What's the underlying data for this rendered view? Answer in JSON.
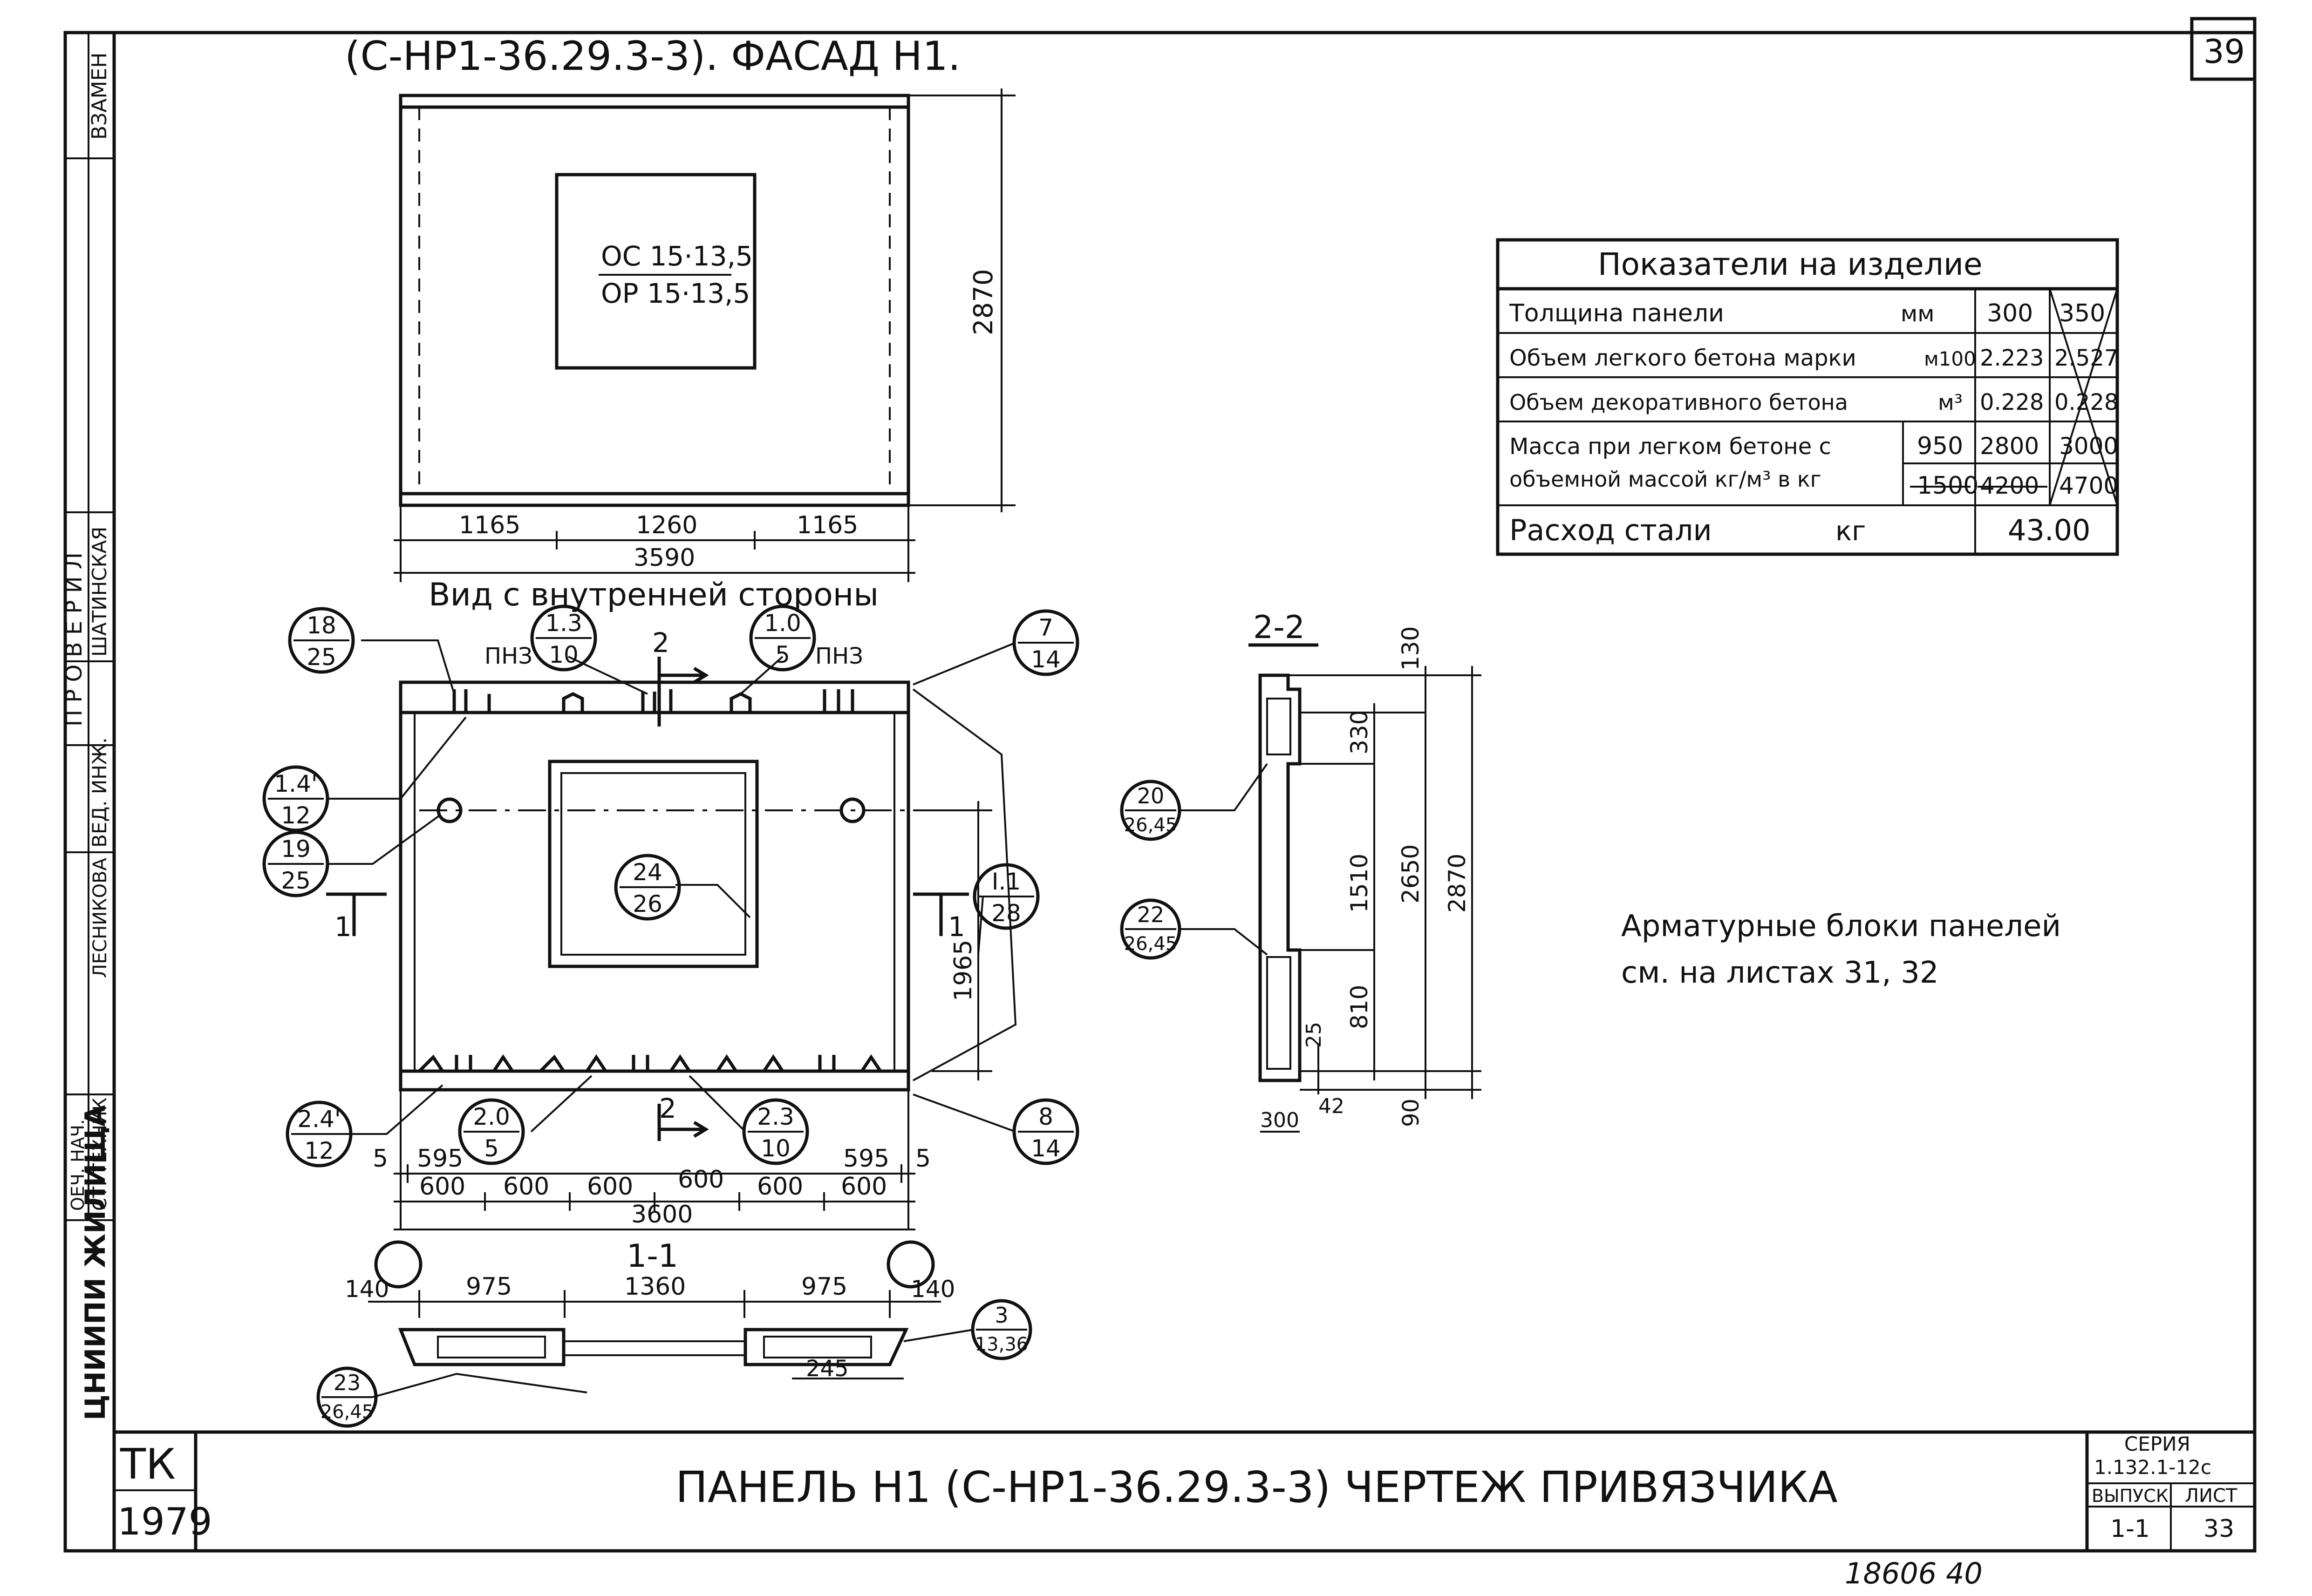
{
  "sheet": {
    "corner_number": "39",
    "stamp_left": "ТК",
    "stamp_year": "1979",
    "title": "ПАНЕЛЬ Н1 (С-НР1-36.29.3-3)   ЧЕРТЕЖ ПРИВЯЗЧИКА",
    "series_label": "СЕРИЯ",
    "series_value": "1.132.1-12с",
    "issue_label": "ВЫПУСК",
    "issue_value": "1-1",
    "sheet_label": "ЛИСТ",
    "sheet_value": "33",
    "footer_handwritten": "18606   40"
  },
  "side_stamp": {
    "vzamen": "ВЗАМЕН",
    "proveril": "П Р О В Е Р И Л",
    "shatinskaya": "ШАТИНСКАЯ",
    "ved_inzh": "ВЕД. ИНЖ.",
    "lesnikova": "ЛЕСНИКОВА",
    "st_tekhnik": "СТ. ТЕХНИК",
    "nach_otd": "ОЕЧ. НАЧ.",
    "org": "ЦНИИПИ ЖИЛИЩА"
  },
  "facade": {
    "title": "(С-НР1-36.29.3-3). ФАСАД Н1.",
    "window_line1": "ОС 15·13,5",
    "window_line2": "ОР 15·13,5",
    "dim_height": "2870",
    "dim_left": "1165",
    "dim_mid": "1260",
    "dim_right": "1165",
    "dim_total": "3590"
  },
  "inner_view": {
    "title": "Вид с внутренней стороны",
    "label_pnz_left": "ПНЗ",
    "label_pnz_right": "ПНЗ",
    "section_2_top": "2",
    "section_2_bottom": "2",
    "section_1_left": "1",
    "section_1_right": "1",
    "callouts": [
      {
        "top": "18",
        "bottom": "25"
      },
      {
        "top": "1.3",
        "bottom": "10"
      },
      {
        "top": "1.0",
        "bottom": "5"
      },
      {
        "top": "7",
        "bottom": "14"
      },
      {
        "top": "1.4'",
        "bottom": "12"
      },
      {
        "top": "19",
        "bottom": "25"
      },
      {
        "top": "24",
        "bottom": "26"
      },
      {
        "top": "I.1",
        "bottom": "28"
      },
      {
        "top": "2.4'",
        "bottom": "12"
      },
      {
        "top": "2.0",
        "bottom": "5"
      },
      {
        "top": "2.3",
        "bottom": "10"
      },
      {
        "top": "8",
        "bottom": "14"
      }
    ],
    "dim_1965": "1965",
    "dims_bottom_top": [
      "5",
      "595",
      "595",
      "5"
    ],
    "dims_bottom_row": [
      "600",
      "600",
      "600",
      "600",
      "600",
      "600"
    ],
    "dim_total": "3600"
  },
  "section_11": {
    "title": "1-1",
    "dims": [
      "140",
      "975",
      "1360",
      "975",
      "140"
    ],
    "dim_245": "245",
    "callout_left": {
      "top": "23",
      "bottom": "26,45"
    },
    "callout_right": {
      "top": "3",
      "bottom": "13,36"
    }
  },
  "section_22": {
    "title": "2-2",
    "dims": [
      "130",
      "330",
      "1510",
      "2650",
      "2870",
      "810",
      "25",
      "42",
      "90",
      "300"
    ],
    "callout_top": {
      "top": "20",
      "bottom": "26,45"
    },
    "callout_bottom": {
      "top": "22",
      "bottom": "26,45"
    }
  },
  "indicators_table": {
    "header": "Показатели на изделие",
    "rows": [
      {
        "label": "Толщина панели",
        "unit": "мм",
        "v1": "300",
        "v2": "350"
      },
      {
        "label": "Объем легкого бетона марки",
        "unit": "м100",
        "v1": "2.223",
        "v2": "2.527"
      },
      {
        "label": "Объем декоративного бетона",
        "unit": "м³",
        "v1": "0.228",
        "v2": "0.228"
      }
    ],
    "mass_label_1": "Масса при легком бетоне с",
    "mass_label_2": "объемной массой кг/м³ в кг",
    "mass_density_1": "950",
    "mass_density_2": "1500",
    "mass_v1_1": "2800",
    "mass_v2_1": "3000",
    "mass_v1_2": "4200",
    "mass_v2_2": "4700",
    "steel_label": "Расход стали",
    "steel_unit": "кг",
    "steel_value": "43.00"
  },
  "note": {
    "line1": "Арматурные блоки панелей",
    "line2": "см. на листах   31, 32"
  }
}
